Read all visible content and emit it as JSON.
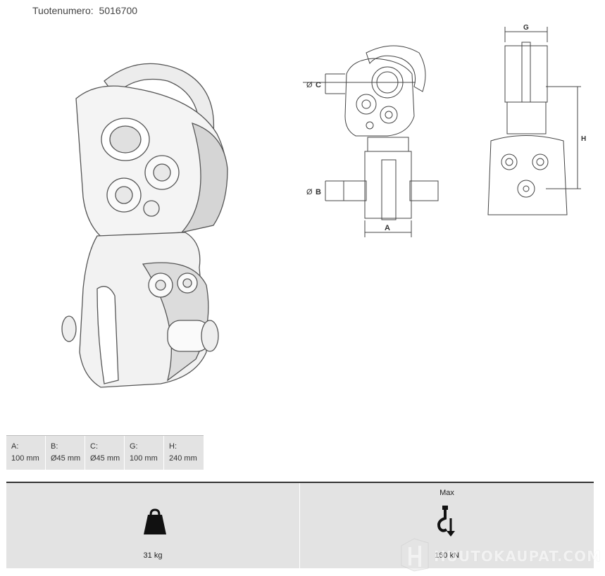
{
  "header": {
    "product_number_label": "Tuotenumero:",
    "product_number": "5016700"
  },
  "drawing_labels": {
    "c": "C",
    "b": "B",
    "a": "A",
    "g": "G",
    "h": "H",
    "diameter_symbol": "Ø"
  },
  "dimensions": [
    {
      "label": "A:",
      "value": "100 mm"
    },
    {
      "label": "B:",
      "value": "Ø45 mm"
    },
    {
      "label": "C:",
      "value": "Ø45 mm"
    },
    {
      "label": "G:",
      "value": "100 mm"
    },
    {
      "label": "H:",
      "value": "240 mm"
    }
  ],
  "specs": {
    "weight_icon": "weight-icon",
    "weight": "31 kg",
    "max_label": "Max",
    "hook_icon": "crane-hook-icon",
    "load": "160 kN"
  },
  "watermark": {
    "text": "HUUTOKAUPAT.COM"
  },
  "colors": {
    "panel_bg": "#e3e3e3",
    "panel_border": "#333333",
    "text": "#333333"
  }
}
